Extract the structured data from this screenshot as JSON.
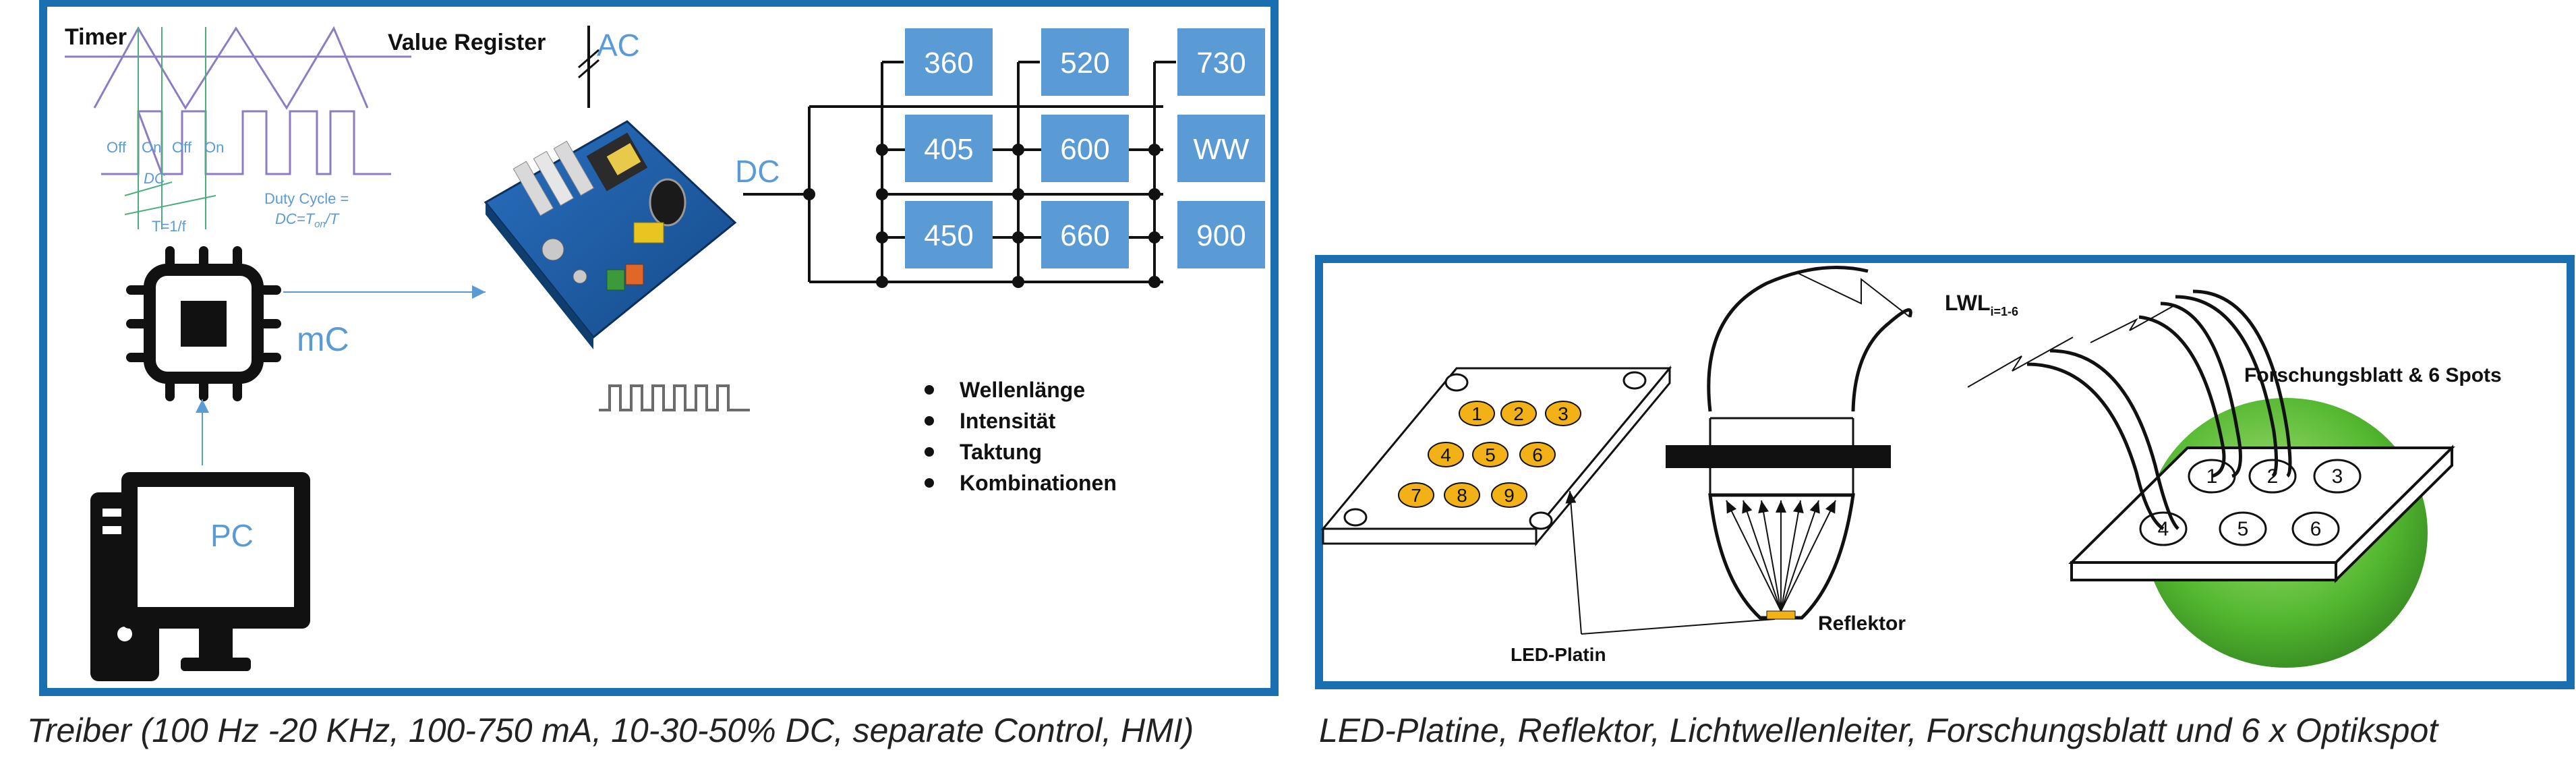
{
  "left_panel": {
    "timer_label": "Timer",
    "value_register_label": "Value Register",
    "pwm_labels": [
      "Off",
      "On",
      "Off",
      "On"
    ],
    "dc_label": "DC",
    "period_label": "T=1/f",
    "duty_cycle_title": "Duty Cycle =",
    "duty_cycle_formula": "DC=T",
    "duty_cycle_sub": "on",
    "duty_cycle_tail": "/T",
    "ac_label": "AC",
    "dc_bus_label": "DC",
    "mc_label": "mC",
    "pc_label": "PC",
    "wavelength_rows": [
      [
        "360",
        "520",
        "730"
      ],
      [
        "405",
        "600",
        "WW"
      ],
      [
        "450",
        "660",
        "900"
      ]
    ],
    "bullets": [
      "Wellenlänge",
      "Intensität",
      "Taktung",
      "Kombinationen"
    ]
  },
  "right_panel": {
    "led_numbers": [
      "1",
      "2",
      "3",
      "4",
      "5",
      "6",
      "7",
      "8",
      "9"
    ],
    "lwl_label": "LWL",
    "lwl_sub": "i=1-6",
    "leaf_label": "Forschungsblatt & 6 Spots",
    "spot_numbers": [
      "1",
      "2",
      "3",
      "4",
      "5",
      "6"
    ],
    "reflector_label": "Reflektor",
    "led_platin_label": "LED-Platin"
  },
  "captions": {
    "left": "Treiber (100 Hz -20 KHz, 100-750 mA, 10-30-50% DC, separate Control, HMI)",
    "right": "LED-Platine, Reflektor, Lichtwellenleiter, Forschungsblatt und 6 x Optikspot"
  },
  "colors": {
    "frame_blue": "#1a6fb1",
    "tile_blue": "#5b9bd5",
    "label_blue": "#5b9bd5",
    "pwm_purple": "#8e7cc3",
    "grid_green": "#4caf7a",
    "led_amber": "#f2b117",
    "leaf_green": "#54b830"
  }
}
